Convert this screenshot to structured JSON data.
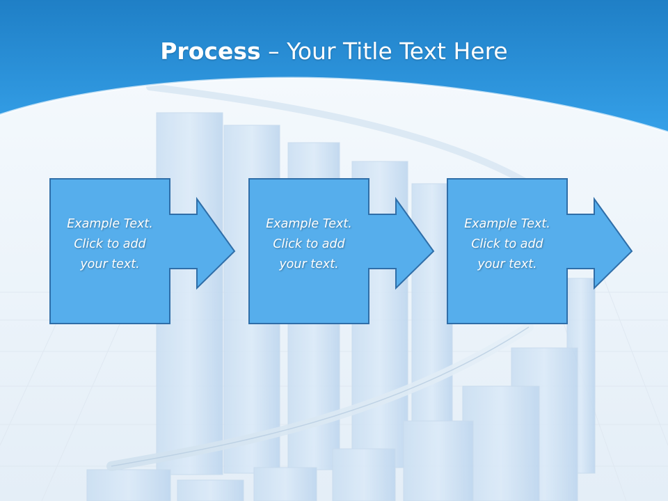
{
  "slide": {
    "title_bold": "Process",
    "title_rest": " – Your Title Text Here",
    "steps": [
      {
        "text": "Example Text.\nClick  to add\nyour text."
      },
      {
        "text": "Example Text.\nClick  to add\nyour text."
      },
      {
        "text": "Example Text.\nClick  to add\nyour text."
      }
    ]
  },
  "colors": {
    "header_blue": "#2b93dc",
    "box_fill": "#56aeec",
    "box_border": "#2f6ea8",
    "text": "#ffffff"
  }
}
